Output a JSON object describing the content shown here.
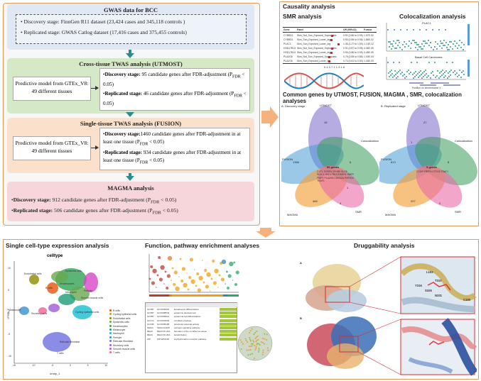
{
  "left_panel": {
    "gwas": {
      "title": "GWAS data for BCC",
      "discovery": "Discovery stage: FinnGen R11 dataset  (23,424 cases and 345,118 controls )",
      "replicated": "Replicated stage:  GWAS Catlog dataset (17,416 cases and 375,455 controls)"
    },
    "utmost": {
      "title": "Cross-tissue TWAS analysis  (UTMOST)",
      "predictive_line1": "Predictive model from GTEx_V8:",
      "predictive_line2": "49 different tissues",
      "discovery_label": "Discovery stage:",
      "discovery_text": " 95 candidate genes after FDR-adjustment (P",
      "replicated_label": "Replicated stage:",
      "replicated_text": " 46 candidate genes after FDR-adjustment (P",
      "p_suffix": "FDR",
      "p_threshold": " < 0.05)"
    },
    "fusion": {
      "title": "Single-tissue TWAS analysis  (FUSION)",
      "predictive_line1": "Predictive model from GTEx_V8:",
      "predictive_line2": "49 different tissues",
      "discovery_label": "Discovery stage:",
      "discovery_text": "1460 candidate genes after  FDR-adjustment in at least one tissue (P",
      "replicated_label": "Replicated stage:",
      "replicated_text": " 934 candidate genes after FDR-adjustment in at least one tissue (P",
      "p_suffix": "FDR",
      "p_threshold": " < 0.05)"
    },
    "magma": {
      "title": "MAGMA analysis",
      "discovery_label": "Discovery stage:",
      "discovery_text": " 912 candidate genes after FDR-adjustment (P",
      "replicated_label": "Replicated stage:",
      "replicated_text": " 506 candidate genes after FDR-adjustment (P",
      "p_suffix": "FDR",
      "p_threshold": " < 0.05)"
    }
  },
  "right_panel": {
    "title": "Causality analysis",
    "smr_title": "SMR analysis",
    "coloc_title": "Colocalization analysis",
    "smr_table": {
      "headers": [
        "Gene",
        "Panel",
        "OR (95%CI)",
        "P.value"
      ],
      "rows": [
        [
          "CYBRD1",
          "Skin_Not_Sun_Exposed_Suprapubic",
          "0.91 (0.86 to 0.95)",
          "1.57E-02"
        ],
        [
          "CYBRD1",
          "Skin_Sun_Exposed_Lower_leg",
          "0.90 (0.85 to 0.96)",
          "1.86E-02"
        ],
        [
          "PLAC1",
          "Skin_Sun_Exposed_Lower_leg",
          "1.36 (1.27 to 1.50)",
          "1.13E-12"
        ],
        [
          "HSD17B13",
          "Skin_Not_Sun_Exposed_Suprapubic",
          "0.91 (0.87 to 0.95)",
          "4.06E-05"
        ],
        [
          "HSD17B13",
          "Skin_Sun_Exposed_Lower_leg",
          "0.90 (0.86 to 0.95)",
          "3.45E-05"
        ],
        [
          "PLA2G6",
          "Skin_Not_Sun_Exposed_Suprapubic",
          "0.75 (0.65 to 0.86)",
          "1.03E-03"
        ],
        [
          "PLA2G6",
          "Skin_Sun_Exposed_Lower_leg",
          "0.74 (0.61 to 0.90)",
          "1.16E-03"
        ]
      ],
      "axis_ticks": [
        "0.4",
        "0.7",
        "1",
        "1.3",
        "1.6"
      ]
    },
    "coloc_labels": [
      "PLAC1",
      "Basal Cell Carcinoma"
    ],
    "coloc_xlabel": "Position on chromosome X",
    "venn_title": "Common genes by UTMOST, FUSION, MAGMA , SMR, colocalization analyses",
    "venn_a": {
      "label": "A. Discovery stage",
      "sets": [
        "UTMOST",
        "FUSION",
        "Colocalization",
        "MAGMA",
        "SMR"
      ],
      "counts": [
        "16",
        "1366",
        "52 genes",
        "466",
        "6",
        "1",
        "4"
      ],
      "genes_text": "CYT1 SORF4 CFHR5 SLC5 PLAC1 HSD17B13 EWSR1 SMFP FNIP1 PLA2G6 CDKN2A PHPS34 TRAF1"
    },
    "venn_b": {
      "label": "B. Replicated stage",
      "sets": [
        "UTMOST",
        "FUSION",
        "Colocalization",
        "MAGMA",
        "SMR"
      ],
      "counts": [
        "27",
        "1",
        "613",
        "3 genes",
        "227",
        "8",
        "2"
      ],
      "genes_text": "CCHR FRPF4 CTFG5 TRAF1"
    }
  },
  "bottom_panel": {
    "single_cell_title": "Single cell-type expression analysis",
    "function_title": "Function, pathway enrichment analyses",
    "drug_title": "Druggability analysis",
    "umap_title": "celltype",
    "umap_xlabel": "umap_1",
    "umap_ylabel": "umap_2",
    "umap_xticks": [
      "-15",
      "-10",
      "-5",
      "0",
      "5",
      "10"
    ],
    "umap_yticks": [
      "10",
      "5",
      "0",
      "-5",
      "-10"
    ],
    "cell_labels": [
      "Endothelial cells",
      "Epidermis cells",
      "Keratinocytes",
      "Neutrophil",
      "Melanocyte",
      "Secretory cells",
      "Cycling epithelial cells",
      "Smooth muscle cells",
      "Pericyte",
      "Reticular fibroblast",
      "T cells",
      "B cells"
    ],
    "legend": [
      {
        "name": "B cells",
        "color": "#e6550d"
      },
      {
        "name": "Cycling epithelial cells",
        "color": "#c6a000"
      },
      {
        "name": "Endothelial cells",
        "color": "#8c8c00"
      },
      {
        "name": "Epidermis cells",
        "color": "#6aa84f"
      },
      {
        "name": "Keratinocytes",
        "color": "#31a354"
      },
      {
        "name": "Melanocyte",
        "color": "#1b9e77"
      },
      {
        "name": "Neutrophil",
        "color": "#17becf"
      },
      {
        "name": "Pericyte",
        "color": "#3a8fd0"
      },
      {
        "name": "Reticular fibroblast",
        "color": "#6f6fe0"
      },
      {
        "name": "Secretory cells",
        "color": "#a05cd6"
      },
      {
        "name": "Smooth muscle cells",
        "color": "#d846c6"
      },
      {
        "name": "T cells",
        "color": "#f06292"
      }
    ],
    "drug_labels": [
      "A",
      "B"
    ],
    "residue_labels": [
      "L102",
      "T310",
      "Y316",
      "S326",
      "N331",
      "C100"
    ],
    "enrichment_rows": [
      [
        "GO:BP",
        "GO:0030216",
        "keratinocyte differentiation"
      ],
      [
        "GO:BP",
        "GO:0008544",
        "epidermis development"
      ],
      [
        "GO:BP",
        "GO:0009913",
        "epidermal cell differentiation"
      ],
      [
        "GO:CC",
        "GO:0001533",
        "cornified envelope"
      ],
      [
        "GO:MF",
        "GO:0005198",
        "structural molecule activity"
      ],
      [
        "KEGG",
        "KEGG:04915",
        "estrogen signaling pathway"
      ],
      [
        "REAC",
        "REAC:R-HSA",
        "formation of the cornified envelope"
      ],
      [
        "REAC",
        "REAC:R-HSA",
        "keratinization"
      ],
      [
        "WP",
        "WP:WP2118",
        "arylhydrocarbon receptor pathway"
      ]
    ]
  }
}
